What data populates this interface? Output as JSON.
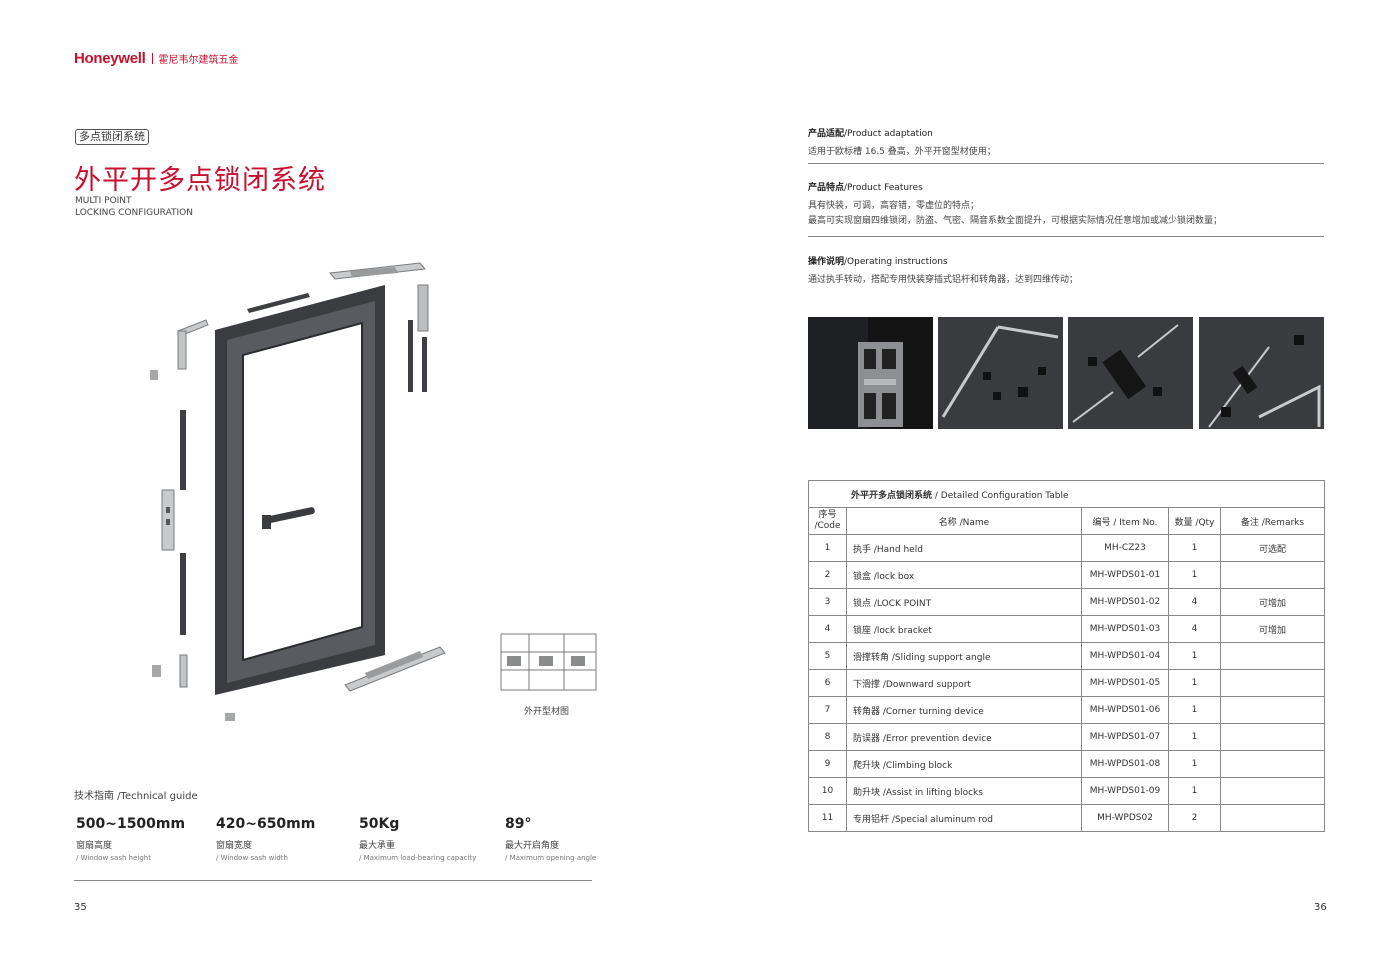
{
  "brand": {
    "name": "Honeywell",
    "cn": "霍尼韦尔建筑五金"
  },
  "left_page": {
    "tag": "多点锁闭系统",
    "title_cn": "外平开多点锁闭系统",
    "title_en_line1": "MULTI POINT",
    "title_en_line2": "LOCKING CONFIGURATION",
    "profile_caption": "外开型材图",
    "tech_guide": "技术指南 /Technical guide",
    "specs": [
      {
        "value": "500~1500mm",
        "cn": "窗扇高度",
        "en": "/ Window sash height"
      },
      {
        "value": "420~650mm",
        "cn": "窗扇宽度",
        "en": "/ Window sash width"
      },
      {
        "value": "50Kg",
        "cn": "最大承重",
        "en": "/ Maximum load-bearing capacity"
      },
      {
        "value": "89°",
        "cn": "最大开启角度",
        "en": "/ Maximum opening angle"
      }
    ],
    "page_number": "35"
  },
  "right_page": {
    "adaptation": {
      "head_cn": "产品适配",
      "head_en": "/Product adaptation",
      "body": "适用于欧标槽 16.5 叠高，外平开窗型材使用；"
    },
    "features": {
      "head_cn": "产品特点",
      "head_en": "/Product Features",
      "body1": "具有快装，可调，高容错，零虚位的特点；",
      "body2": "最高可实现窗扇四维锁闭，防盗、气密、隔音系数全面提升，可根据实际情况任意增加或减少锁闭数量；"
    },
    "instructions": {
      "head_cn": "操作说明",
      "head_en": "/Operating instructions",
      "body": "通过执手转动，搭配专用快装穿插式铝杆和转角器，达到四维传动；"
    },
    "table": {
      "caption_cn": "外平开多点锁闭系统",
      "caption_en": " / Detailed Configuration Table",
      "headers": {
        "code": "序号\n/Code",
        "name": "名称 /Name",
        "item": "编号 / Item No.",
        "qty": "数量 /Qty",
        "remarks": "备注 /Remarks"
      },
      "rows": [
        {
          "code": "1",
          "name": "执手 /Hand held",
          "item": "MH-CZ23",
          "qty": "1",
          "remarks": "可选配"
        },
        {
          "code": "2",
          "name": "锁盒 /lock box",
          "item": "MH-WPDS01-01",
          "qty": "1",
          "remarks": ""
        },
        {
          "code": "3",
          "name": "锁点 /LOCK POINT",
          "item": "MH-WPDS01-02",
          "qty": "4",
          "remarks": "可增加"
        },
        {
          "code": "4",
          "name": "锁座 /lock bracket",
          "item": "MH-WPDS01-03",
          "qty": "4",
          "remarks": "可增加"
        },
        {
          "code": "5",
          "name": "滑撑转角 /Sliding support angle",
          "item": "MH-WPDS01-04",
          "qty": "1",
          "remarks": ""
        },
        {
          "code": "6",
          "name": "下滑撑 /Downward support",
          "item": "MH-WPDS01-05",
          "qty": "1",
          "remarks": ""
        },
        {
          "code": "7",
          "name": "转角器 /Corner turning device",
          "item": "MH-WPDS01-06",
          "qty": "1",
          "remarks": ""
        },
        {
          "code": "8",
          "name": "防误器 /Error prevention device",
          "item": "MH-WPDS01-07",
          "qty": "1",
          "remarks": ""
        },
        {
          "code": "9",
          "name": "爬升块 /Climbing block",
          "item": "MH-WPDS01-08",
          "qty": "1",
          "remarks": ""
        },
        {
          "code": "10",
          "name": "助升块 /Assist in lifting blocks",
          "item": "MH-WPDS01-09",
          "qty": "1",
          "remarks": ""
        },
        {
          "code": "11",
          "name": "专用铝杆 /Special aluminum rod",
          "item": "MH-WPDS02",
          "qty": "2",
          "remarks": ""
        }
      ]
    },
    "page_number": "36"
  },
  "colors": {
    "brand_red": "#c8102e",
    "frame_dark": "#3a3c40",
    "rule_gray": "#888888"
  }
}
